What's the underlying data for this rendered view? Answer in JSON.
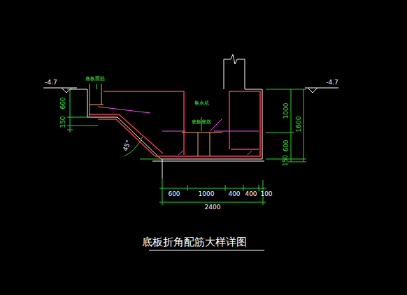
{
  "diagram": {
    "title": "底板折角配筋大样详图",
    "labels": [
      "-4.7",
      "-4.7",
      "600",
      "150",
      "1000",
      "600",
      "150",
      "1600",
      "600",
      "1000",
      "400",
      "400",
      "100",
      "2400",
      "45°",
      "底板面筋",
      "集水坑",
      "底板底筋"
    ]
  }
}
